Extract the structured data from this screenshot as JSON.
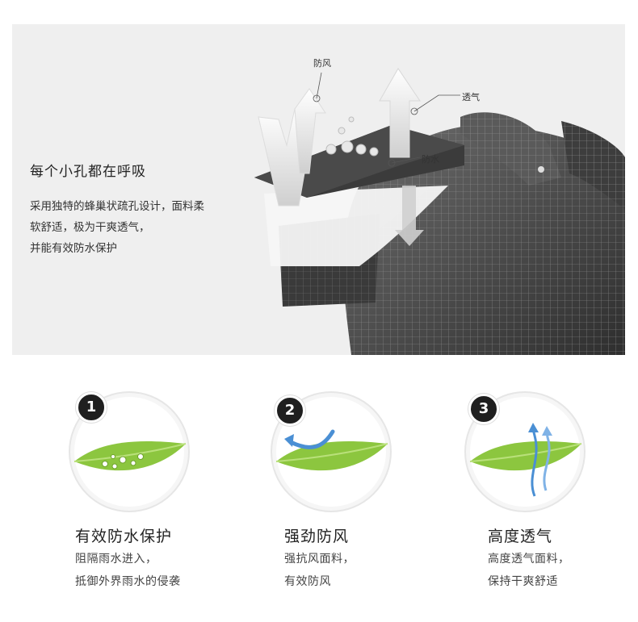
{
  "hero": {
    "title": "每个小孔都在呼吸",
    "description_lines": [
      "采用独特的蜂巢状疏孔设计，面料柔",
      "软舒适，极为干爽透气，",
      "并能有效防水保护"
    ],
    "callouts": {
      "windproof": "防风",
      "breathable": "透气",
      "waterproof": "防水"
    }
  },
  "features": [
    {
      "number": "1",
      "icon": "leaf-water-drops-icon",
      "title": "有效防水保护",
      "lines": [
        "阻隔雨水进入，",
        "抵御外界雨水的侵袭"
      ]
    },
    {
      "number": "2",
      "icon": "leaf-wind-icon",
      "title": "强劲防风",
      "lines": [
        "强抗风面料，",
        "有效防风"
      ]
    },
    {
      "number": "3",
      "icon": "leaf-airflow-icon",
      "title": "高度透气",
      "lines": [
        "高度透气面料，",
        "保持干爽舒适"
      ]
    }
  ],
  "colors": {
    "hero_bg": "#efefef",
    "leaf_green": "#8cc63f",
    "badge_bg": "#1f1f1f",
    "arrow_blue": "#4a8fd4"
  }
}
